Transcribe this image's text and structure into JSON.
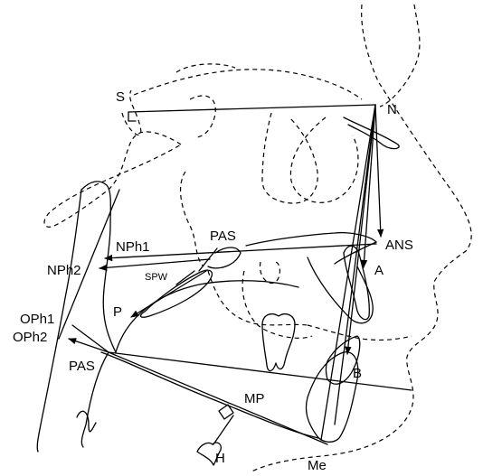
{
  "labels": {
    "S": "S",
    "N": "N",
    "ANS": "ANS",
    "A": "A",
    "B": "B",
    "Me": "Me",
    "MP": "MP",
    "H": "H",
    "PAS_upper": "PAS",
    "PAS_lower": "PAS",
    "NPh1": "NPh1",
    "NPh2": "NPh2",
    "SPW": "SPW",
    "P": "P",
    "OPh1": "OPh1",
    "OPh2": "OPh2"
  },
  "colors": {
    "line": "#000000",
    "background": "#ffffff"
  }
}
